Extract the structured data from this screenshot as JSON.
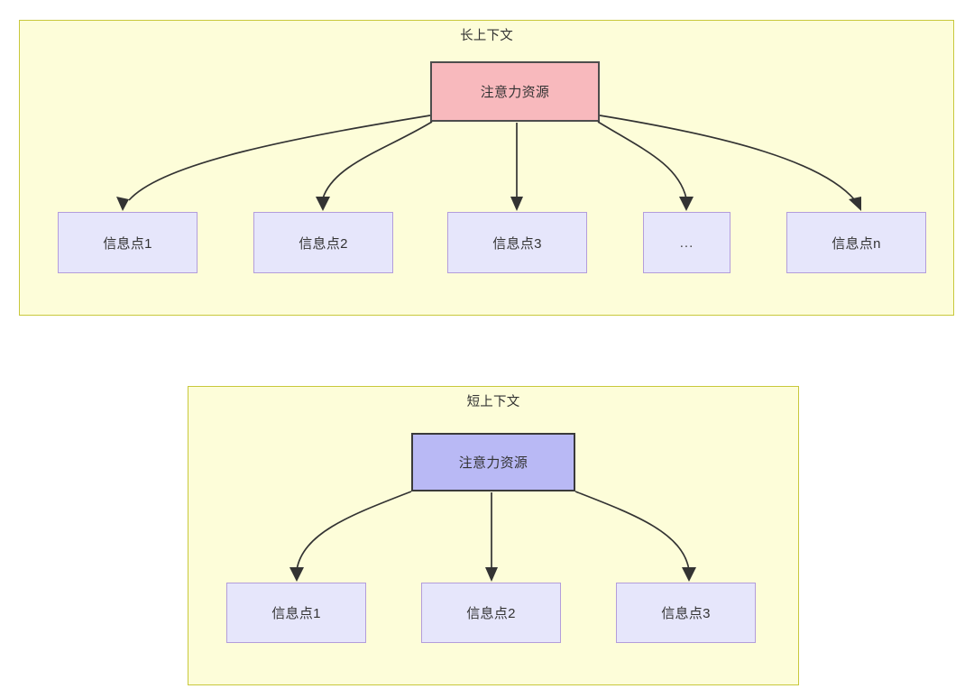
{
  "diagram": {
    "title_long": "长上下文",
    "title_short": "短上下文",
    "colors": {
      "group_fill": "#fdfdd9",
      "group_border": "#c8c83c",
      "attention_long_fill": "#f8b9bd",
      "attention_short_fill": "#b9b9f5",
      "info_fill": "#e6e6fb",
      "info_border": "#b39ddb",
      "edge": "#333333",
      "text": "#333333"
    }
  },
  "long_context": {
    "title": "长上下文",
    "attention_node": {
      "label": "注意力资源"
    },
    "info_nodes": [
      {
        "label": "信息点1"
      },
      {
        "label": "信息点2"
      },
      {
        "label": "信息点3"
      },
      {
        "label": "..."
      },
      {
        "label": "信息点n"
      }
    ]
  },
  "short_context": {
    "title": "短上下文",
    "attention_node": {
      "label": "注意力资源"
    },
    "info_nodes": [
      {
        "label": "信息点1"
      },
      {
        "label": "信息点2"
      },
      {
        "label": "信息点3"
      }
    ]
  }
}
